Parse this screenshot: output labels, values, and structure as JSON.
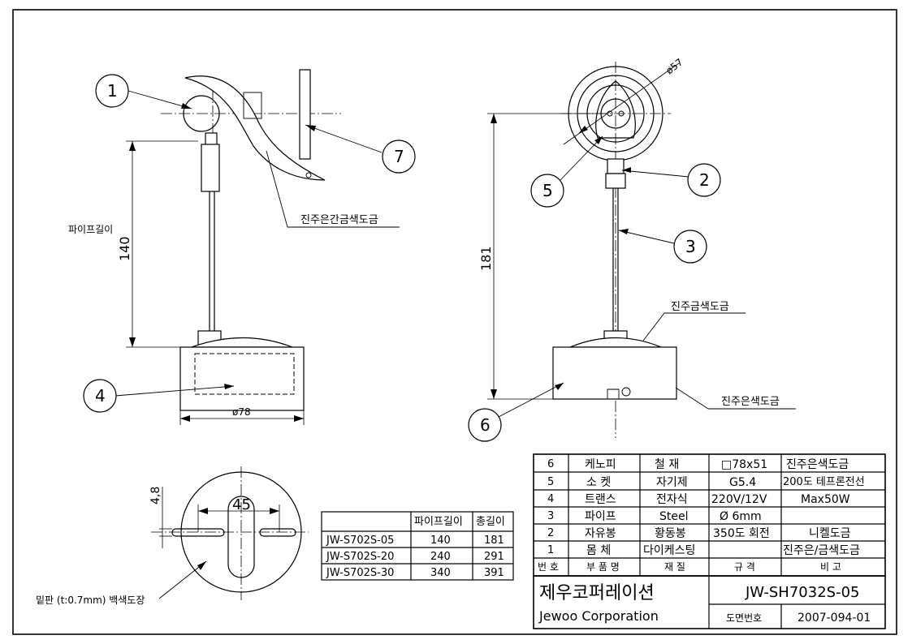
{
  "balloons": [
    "1",
    "2",
    "3",
    "4",
    "5",
    "6",
    "7"
  ],
  "dimensions": {
    "pipe_length_value": "140",
    "total_height": "181",
    "base_diameter": "ø78",
    "head_diameter": "ø57",
    "pipe_length_label": "파이프길이",
    "slot_height": "4,8",
    "slot_spacing": "45"
  },
  "notes": {
    "shade_finish": "진주은간금색도금",
    "joint_finish": "진주금색도금",
    "base_finish": "진주은색도금",
    "plate_note": "밑판 (t:0.7mm) 백색도장"
  },
  "length_table": {
    "headers": [
      "",
      "파이프길이",
      "총길이"
    ],
    "rows": [
      [
        "JW-S702S-05",
        "140",
        "181"
      ],
      [
        "JW-S702S-20",
        "240",
        "291"
      ],
      [
        "JW-S702S-30",
        "340",
        "391"
      ]
    ]
  },
  "parts_table": {
    "header": [
      "번 호",
      "부 품 명",
      "재 질",
      "규 격",
      "비 고"
    ],
    "rows": [
      [
        "6",
        "케노피",
        "철    재",
        "□78x51",
        "진주은색도금"
      ],
      [
        "5",
        "소 켓",
        "자기제",
        "G5.4",
        "200도 테프론전선"
      ],
      [
        "4",
        "트랜스",
        "전자식",
        "220V/12V",
        "Max50W"
      ],
      [
        "3",
        "파이프",
        "Steel",
        "Ø 6mm",
        ""
      ],
      [
        "2",
        "자유봉",
        "황동봉",
        "350도 회전",
        "니켈도금"
      ],
      [
        "1",
        "몸 체",
        "다이케스팅",
        "",
        "진주은/금색도금"
      ]
    ]
  },
  "title_block": {
    "company_kr": "제우코퍼레이션",
    "company_en": "Jewoo Corporation",
    "model": "JW-SH7032S-05",
    "drawing_no_label": "도면번호",
    "drawing_no": "2007-094-01"
  }
}
